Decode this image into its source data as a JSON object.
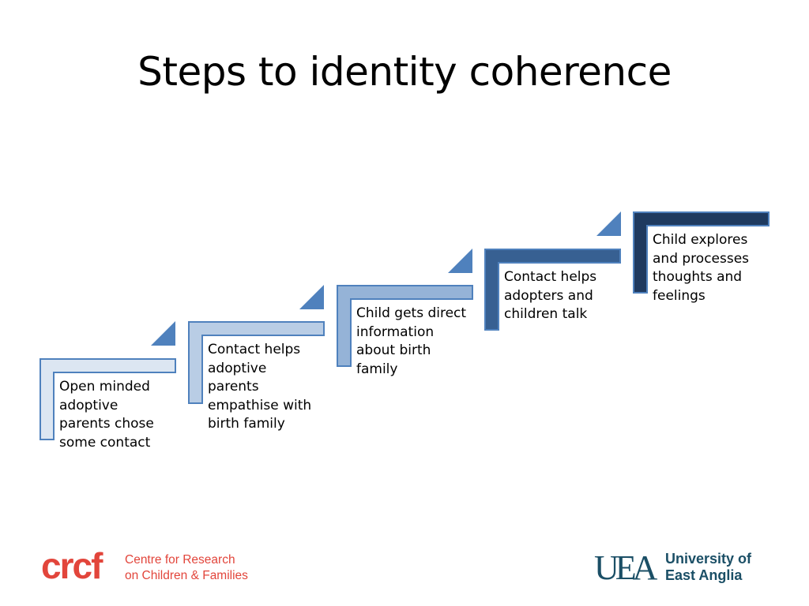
{
  "title": "Steps to identity coherence",
  "steps": [
    {
      "lines": [
        "Open minded",
        "adoptive",
        "parents chose",
        "some contact"
      ],
      "color": "#dce6f2"
    },
    {
      "lines": [
        "Contact helps",
        "adoptive",
        "parents",
        "empathise with",
        "birth family"
      ],
      "color": "#b9cde5"
    },
    {
      "lines": [
        "Child gets direct",
        "information",
        "about birth",
        "family"
      ],
      "color": "#95b3d7"
    },
    {
      "lines": [
        "Contact helps",
        "adopters and",
        "children talk"
      ],
      "color": "#376092"
    },
    {
      "lines": [
        "Child explores",
        "and  processes",
        "thoughts and",
        "feelings"
      ],
      "color": "#1f3a5f"
    }
  ],
  "arrow_color": "#4f81bd",
  "footer": {
    "crcf": {
      "mark": "crcf",
      "line1": "Centre for Research",
      "line2": "on Children & Families"
    },
    "uea": {
      "mark": "UEA",
      "line1": "University of",
      "line2": "East Anglia"
    }
  }
}
